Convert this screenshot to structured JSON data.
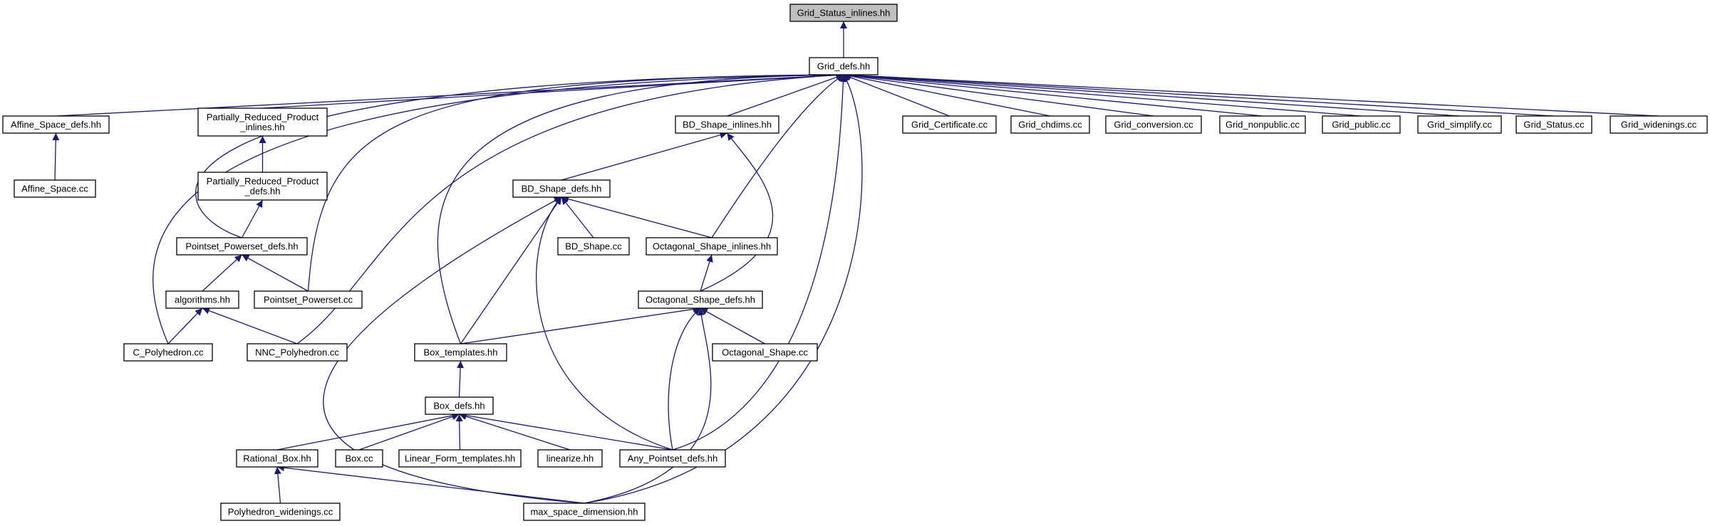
{
  "diagram": {
    "type": "include-dependency-graph",
    "colors": {
      "edge": "#191970",
      "root_fill": "#bfbfbf",
      "node_fill": "#ffffff",
      "node_border": "#000000"
    },
    "nodes": [
      {
        "id": "root",
        "lines": [
          "Grid_Status_inlines.hh"
        ],
        "root": true
      },
      {
        "id": "grid_defs",
        "lines": [
          "Grid_defs.hh"
        ]
      },
      {
        "id": "affine_defs",
        "lines": [
          "Affine_Space_defs.hh"
        ]
      },
      {
        "id": "affine_cc",
        "lines": [
          "Affine_Space.cc"
        ]
      },
      {
        "id": "prp_inlines",
        "lines": [
          "Partially_Reduced_Product",
          "_inlines.hh"
        ]
      },
      {
        "id": "prp_defs",
        "lines": [
          "Partially_Reduced_Product",
          "_defs.hh"
        ]
      },
      {
        "id": "pp_defs",
        "lines": [
          "Pointset_Powerset_defs.hh"
        ]
      },
      {
        "id": "algorithms",
        "lines": [
          "algorithms.hh"
        ]
      },
      {
        "id": "pp_cc",
        "lines": [
          "Pointset_Powerset.cc"
        ]
      },
      {
        "id": "c_poly",
        "lines": [
          "C_Polyhedron.cc"
        ]
      },
      {
        "id": "nnc_poly",
        "lines": [
          "NNC_Polyhedron.cc"
        ]
      },
      {
        "id": "bds_inlines",
        "lines": [
          "BD_Shape_inlines.hh"
        ]
      },
      {
        "id": "bds_defs",
        "lines": [
          "BD_Shape_defs.hh"
        ]
      },
      {
        "id": "bds_cc",
        "lines": [
          "BD_Shape.cc"
        ]
      },
      {
        "id": "oct_inlines",
        "lines": [
          "Octagonal_Shape_inlines.hh"
        ]
      },
      {
        "id": "oct_defs",
        "lines": [
          "Octagonal_Shape_defs.hh"
        ]
      },
      {
        "id": "oct_cc",
        "lines": [
          "Octagonal_Shape.cc"
        ]
      },
      {
        "id": "box_templates",
        "lines": [
          "Box_templates.hh"
        ]
      },
      {
        "id": "box_defs",
        "lines": [
          "Box_defs.hh"
        ]
      },
      {
        "id": "rational_box",
        "lines": [
          "Rational_Box.hh"
        ]
      },
      {
        "id": "box_cc",
        "lines": [
          "Box.cc"
        ]
      },
      {
        "id": "lf_templates",
        "lines": [
          "Linear_Form_templates.hh"
        ]
      },
      {
        "id": "linearize",
        "lines": [
          "linearize.hh"
        ]
      },
      {
        "id": "any_pp_defs",
        "lines": [
          "Any_Pointset_defs.hh"
        ]
      },
      {
        "id": "poly_widen",
        "lines": [
          "Polyhedron_widenings.cc"
        ]
      },
      {
        "id": "max_space",
        "lines": [
          "max_space_dimension.hh"
        ]
      },
      {
        "id": "grid_cert",
        "lines": [
          "Grid_Certificate.cc"
        ]
      },
      {
        "id": "grid_chdims",
        "lines": [
          "Grid_chdims.cc"
        ]
      },
      {
        "id": "grid_conv",
        "lines": [
          "Grid_conversion.cc"
        ]
      },
      {
        "id": "grid_nonpub",
        "lines": [
          "Grid_nonpublic.cc"
        ]
      },
      {
        "id": "grid_public",
        "lines": [
          "Grid_public.cc"
        ]
      },
      {
        "id": "grid_simplify",
        "lines": [
          "Grid_simplify.cc"
        ]
      },
      {
        "id": "grid_status",
        "lines": [
          "Grid_Status.cc"
        ]
      },
      {
        "id": "grid_widen",
        "lines": [
          "Grid_widenings.cc"
        ]
      }
    ],
    "edges": [
      [
        "grid_defs",
        "root"
      ],
      [
        "affine_defs",
        "grid_defs"
      ],
      [
        "c_poly",
        "grid_defs"
      ],
      [
        "prp_inlines",
        "grid_defs"
      ],
      [
        "pp_defs",
        "grid_defs"
      ],
      [
        "pp_cc",
        "grid_defs"
      ],
      [
        "nnc_poly",
        "grid_defs"
      ],
      [
        "box_templates",
        "grid_defs"
      ],
      [
        "bds_inlines",
        "grid_defs"
      ],
      [
        "oct_inlines",
        "grid_defs"
      ],
      [
        "any_pp_defs",
        "grid_defs"
      ],
      [
        "max_space",
        "grid_defs"
      ],
      [
        "grid_cert",
        "grid_defs"
      ],
      [
        "grid_chdims",
        "grid_defs"
      ],
      [
        "grid_conv",
        "grid_defs"
      ],
      [
        "grid_nonpub",
        "grid_defs"
      ],
      [
        "grid_public",
        "grid_defs"
      ],
      [
        "grid_simplify",
        "grid_defs"
      ],
      [
        "grid_status",
        "grid_defs"
      ],
      [
        "grid_widen",
        "grid_defs"
      ],
      [
        "affine_cc",
        "affine_defs"
      ],
      [
        "prp_defs",
        "prp_inlines"
      ],
      [
        "pp_defs",
        "prp_defs"
      ],
      [
        "algorithms",
        "pp_defs"
      ],
      [
        "pp_cc",
        "pp_defs"
      ],
      [
        "c_poly",
        "algorithms"
      ],
      [
        "nnc_poly",
        "algorithms"
      ],
      [
        "bds_defs",
        "bds_inlines"
      ],
      [
        "oct_defs",
        "bds_inlines"
      ],
      [
        "bds_cc",
        "bds_defs"
      ],
      [
        "oct_inlines",
        "bds_defs"
      ],
      [
        "box_templates",
        "bds_defs"
      ],
      [
        "any_pp_defs",
        "bds_defs"
      ],
      [
        "max_space",
        "bds_defs"
      ],
      [
        "oct_defs",
        "oct_inlines"
      ],
      [
        "box_templates",
        "oct_defs"
      ],
      [
        "oct_cc",
        "oct_defs"
      ],
      [
        "any_pp_defs",
        "oct_defs"
      ],
      [
        "max_space",
        "oct_defs"
      ],
      [
        "box_defs",
        "box_templates"
      ],
      [
        "rational_box",
        "box_defs"
      ],
      [
        "box_cc",
        "box_defs"
      ],
      [
        "lf_templates",
        "box_defs"
      ],
      [
        "linearize",
        "box_defs"
      ],
      [
        "any_pp_defs",
        "box_defs"
      ],
      [
        "poly_widen",
        "rational_box"
      ],
      [
        "max_space",
        "rational_box"
      ]
    ]
  }
}
